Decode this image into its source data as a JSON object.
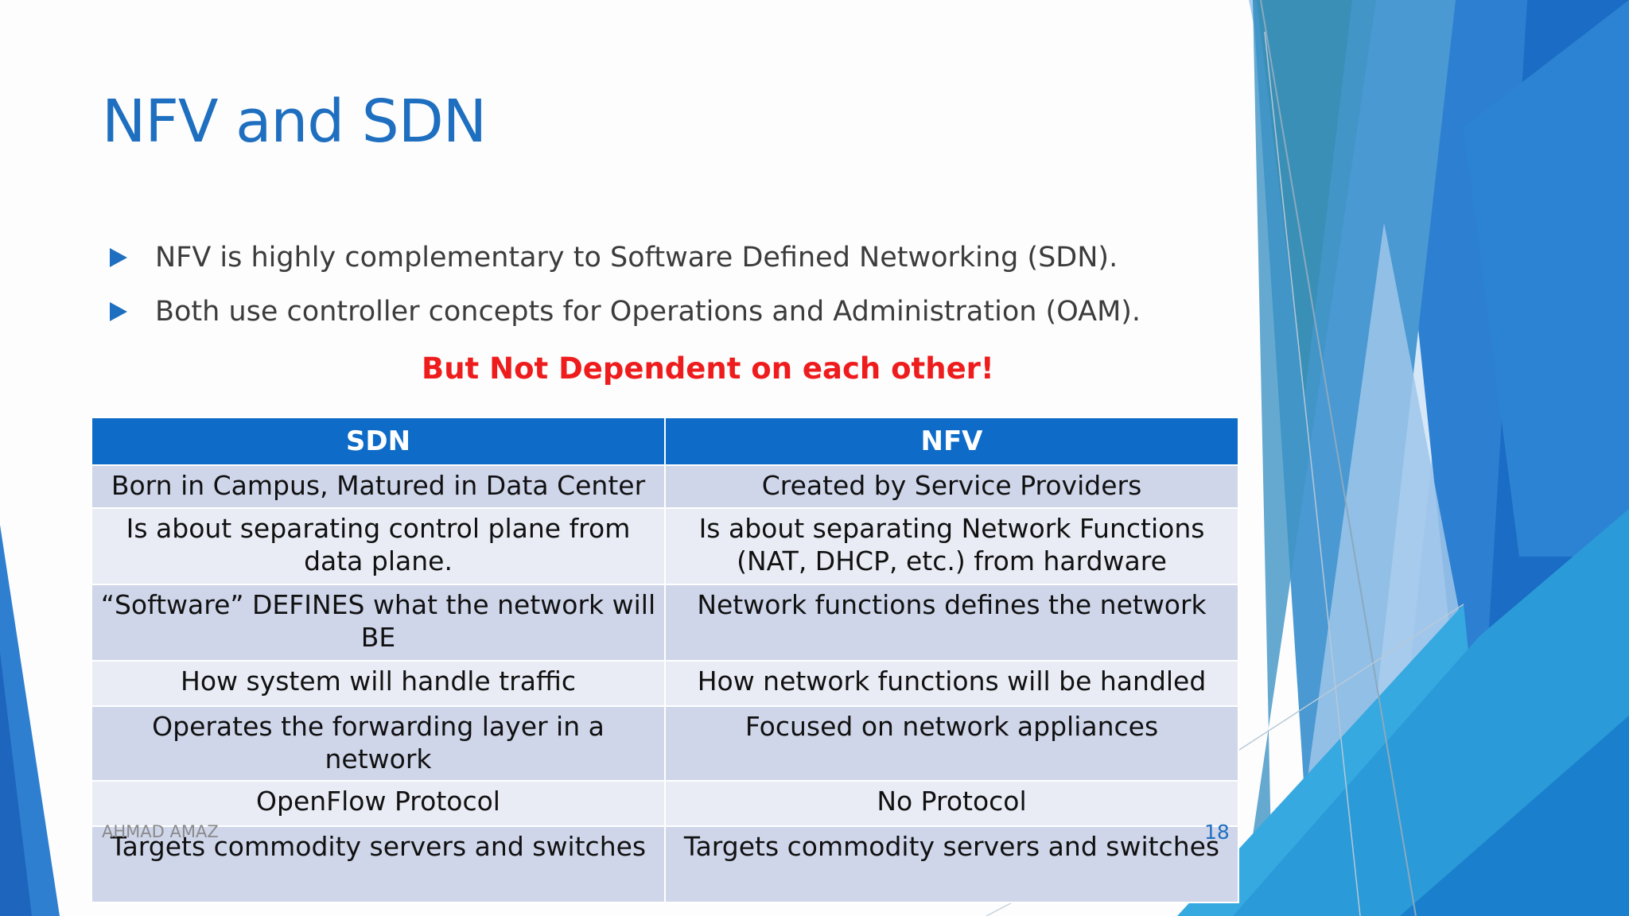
{
  "slide": {
    "title": "NFV and SDN",
    "bullets": [
      {
        "text": "NFV is highly complementary to Software Defined Networking (SDN)."
      },
      {
        "text": "Both use controller concepts for Operations and Administration (OAM)."
      }
    ],
    "note": "But Not Dependent on each other!",
    "table": {
      "headers": [
        "SDN",
        "NFV"
      ],
      "rows": [
        [
          "Born in Campus, Matured in Data Center",
          "Created by Service Providers"
        ],
        [
          "Is about separating control plane from data plane.",
          "Is about separating Network Functions (NAT, DHCP, etc.) from hardware"
        ],
        [
          "“Software” DEFINES what the network will BE",
          "Network functions defines the network"
        ],
        [
          "How system will handle traffic",
          "How network functions will be handled"
        ],
        [
          "Operates the forwarding layer in a network",
          "Focused on network appliances"
        ],
        [
          "OpenFlow Protocol",
          "No Protocol"
        ],
        [
          "Targets commodity servers and switches",
          "Targets commodity servers and switches"
        ]
      ]
    },
    "footer": {
      "author": "AHMAD AMAZ",
      "page_number": "18"
    },
    "colors": {
      "title": "#1f6fc0",
      "note": "#ee1c1c",
      "table_header": "#0e6cc8",
      "row_odd": "#cfd6ea",
      "row_even": "#e9ecf5"
    }
  }
}
